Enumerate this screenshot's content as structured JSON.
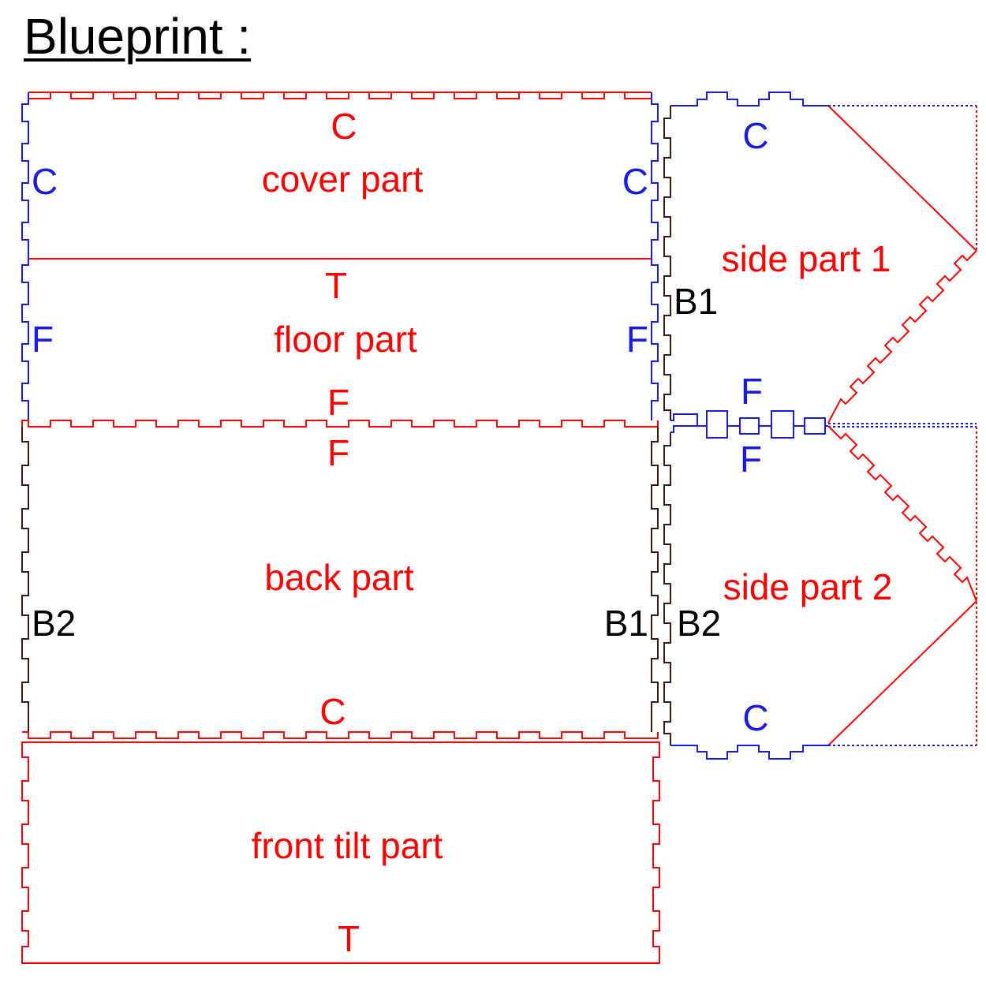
{
  "title": "Blueprint :",
  "colors": {
    "red": "#ff0000",
    "blue": "#1a1ae6",
    "black": "#000000",
    "dark": "#3a1a10"
  },
  "labels": {
    "cover_c_top": "C",
    "cover_name": "cover part",
    "cover_c_left": "C",
    "cover_c_right": "C",
    "floor_t": "T",
    "floor_name": "floor part",
    "floor_f_left": "F",
    "floor_f_right": "F",
    "floor_f_bottom": "F",
    "back_f_top": "F",
    "back_name": "back part",
    "back_b2_left": "B2",
    "back_b1_right": "B1",
    "back_c_bottom": "C",
    "front_name": "front tilt part",
    "front_t": "T",
    "side1_c": "C",
    "side1_name": "side part 1",
    "side1_b1": "B1",
    "side1_f": "F",
    "side2_f": "F",
    "side2_name": "side part 2",
    "side2_b2": "B2",
    "side2_c": "C"
  }
}
